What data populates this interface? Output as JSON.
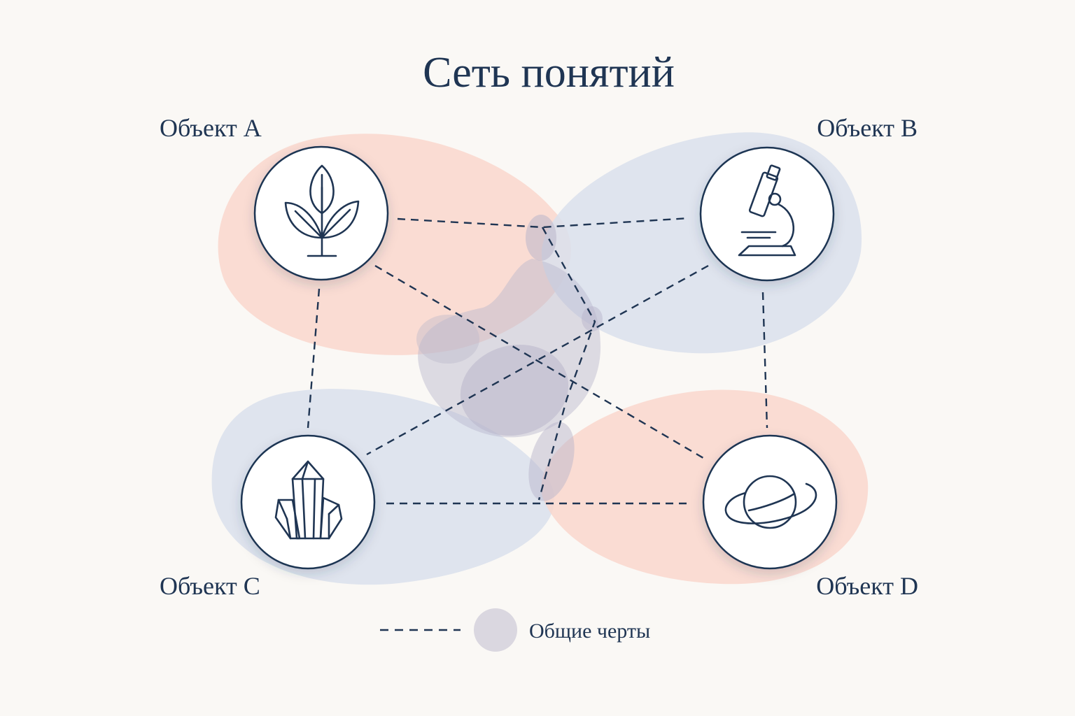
{
  "title": "Сеть понятий",
  "nodes": [
    {
      "id": "a",
      "label": "Объект A",
      "icon": "plant-icon"
    },
    {
      "id": "b",
      "label": "Объект B",
      "icon": "microscope-icon"
    },
    {
      "id": "c",
      "label": "Объект C",
      "icon": "crystal-icon"
    },
    {
      "id": "d",
      "label": "Объект D",
      "icon": "planet-icon"
    }
  ],
  "connections": [
    {
      "from": "a",
      "to": "b"
    },
    {
      "from": "a",
      "to": "c"
    },
    {
      "from": "a",
      "to": "d"
    },
    {
      "from": "b",
      "to": "c"
    },
    {
      "from": "b",
      "to": "d"
    },
    {
      "from": "c",
      "to": "d"
    }
  ],
  "legend": {
    "label": "Общие черты"
  },
  "colors": {
    "background": "#faf8f5",
    "ink": "#1f3553",
    "blob_warm": "#f9d7cc",
    "blob_cool": "#d9e1ec",
    "overlap": "#b9b6cb"
  }
}
